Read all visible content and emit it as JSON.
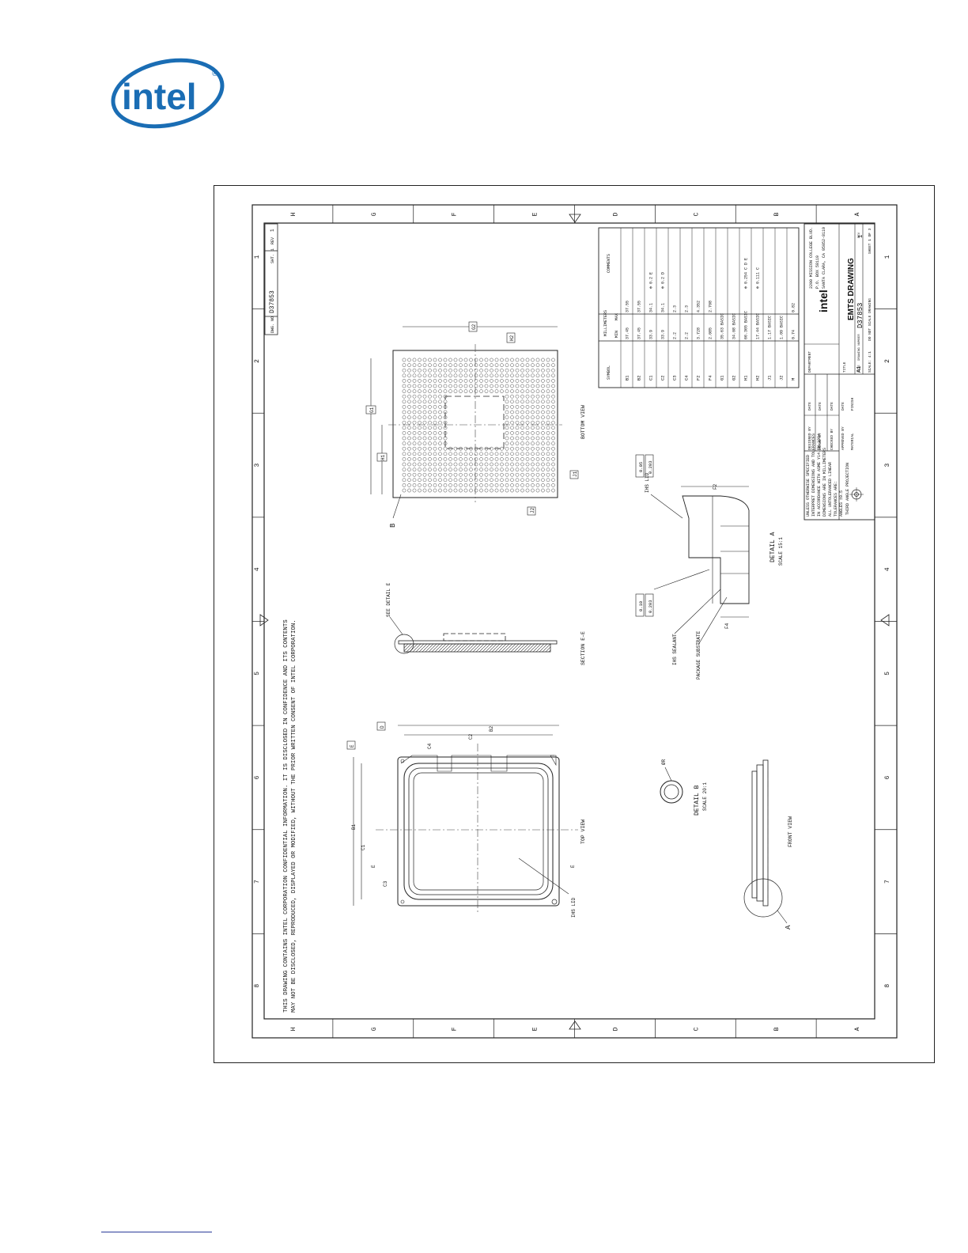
{
  "logo": {
    "wordmark": "intel",
    "trademark": "®",
    "color": "#1a6db4"
  },
  "drawing": {
    "zone_letters": [
      "H",
      "G",
      "F",
      "E",
      "D",
      "C",
      "B",
      "A"
    ],
    "zone_numbers": [
      "8",
      "7",
      "6",
      "5",
      "4",
      "3",
      "2",
      "1"
    ],
    "notice_line1": "THIS DRAWING CONTAINS INTEL CORPORATION CONFIDENTIAL INFORMATION. IT IS DISCLOSED IN CONFIDENCE AND ITS CONTENTS",
    "notice_line2": "MAY NOT BE DISCLOSED, REPRODUCED, DISPLAYED OR MODIFIED, WITHOUT THE PRIOR WRITTEN CONSENT OF INTEL CORPORATION.",
    "dwg_no_label": "DWG. NO",
    "dwg_no": "D37853",
    "sht_label": "SHT.",
    "sht_value": "1",
    "rev_label": "REV",
    "rev_value": "1",
    "views": {
      "bottom": "BOTTOM VIEW",
      "section": "SECTION E-E",
      "see_detail": "SEE DETAIL E",
      "top": "TOP VIEW",
      "ihs_lid": "IHS LID",
      "front": "FRONT VIEW",
      "detail_a": "DETAIL A",
      "detail_a_scale": "SCALE 15:1",
      "detail_b": "DETAIL B",
      "detail_b_scale": "SCALE 20:1",
      "ihs_lid_callout": "IHS LID",
      "ihs_sealant": "IHS SEALANT",
      "package_substrate": "PACKAGE SUBSTRATE",
      "phi_label": "ØR",
      "callout_a": "A",
      "callout_b": "B",
      "section_mark": "E"
    },
    "dims": {
      "b1": "B1",
      "b2": "B2",
      "c1": "C1",
      "c2": "C2",
      "c3": "C3",
      "c4": "C4",
      "f2": "F2",
      "f4": "F4",
      "g1": "G1",
      "g2": "G2",
      "h1": "H1",
      "h2": "H2",
      "j1": "J1",
      "j2": "J2",
      "d": "D",
      "e": "E",
      "tol1": "0.05",
      "tol2": "0.203",
      "tol3": "0.10",
      "tol4": "0.203",
      "datum_c": "C"
    },
    "table": {
      "symbol_header": "SYMBOL",
      "mm_header": "MILLIMETERS",
      "min_header": "MIN",
      "max_header": "MAX",
      "comments_header": "COMMENTS",
      "rows": [
        {
          "symbol": "B1",
          "min": "37.45",
          "max": "37.55",
          "comment": ""
        },
        {
          "symbol": "B2",
          "min": "37.45",
          "max": "37.55",
          "comment": ""
        },
        {
          "symbol": "C1",
          "min": "33.9",
          "max": "34.1",
          "comment": "⊕ 0.2 E"
        },
        {
          "symbol": "C2",
          "min": "33.9",
          "max": "34.1",
          "comment": "⊕ 0.2 D"
        },
        {
          "symbol": "C3",
          "min": "2.2",
          "max": "2.3",
          "comment": ""
        },
        {
          "symbol": "C4",
          "min": "2.2",
          "max": "2.3",
          "comment": ""
        },
        {
          "symbol": "F2",
          "min": "3.728",
          "max": "4.352",
          "comment": ""
        },
        {
          "symbol": "F4",
          "min": "2.085",
          "max": "2.708",
          "comment": ""
        },
        {
          "symbol": "G1",
          "min": "35.63 BASIC",
          "max": "",
          "comment": ""
        },
        {
          "symbol": "G2",
          "min": "34.08 BASIC",
          "max": "",
          "comment": ""
        },
        {
          "symbol": "H1",
          "min": "66.365 BASIC",
          "max": "",
          "comment": "⊕ 0.254 C D E"
        },
        {
          "symbol": "H2",
          "min": "17.44 BASIC",
          "max": "",
          "comment": "⊕ 0.111 C"
        },
        {
          "symbol": "J1",
          "min": "1.17 BASIC",
          "max": "",
          "comment": ""
        },
        {
          "symbol": "J2",
          "min": "1.09 BASIC",
          "max": "",
          "comment": ""
        },
        {
          "symbol": "M",
          "min": "0.74",
          "max": "0.82",
          "comment": ""
        }
      ]
    },
    "title_block": {
      "unless": "UNLESS OTHERWISE SPECIFIED",
      "interpret": "INTERPRET DIMENSIONS AND TOLERANCES",
      "accordance": "IN ACCORDANCE WITH ASME Y14.5M-1994",
      "dims_in": "DIMENSIONS ARE IN MILLIMETERS",
      "all_untol": "ALL UNTOLERANCED LINEAR",
      "tol_x": "TOLERANCES ARE:",
      "angles": "ANGLES ±0.5",
      "third_angle": "THIRD ANGLE PROJECTION",
      "designed_by": "DESIGNED BY",
      "drawn_by": "DRAWN BY",
      "checked_by": "CHECKED BY",
      "approved_by": "APPROVED BY",
      "date": "DATE",
      "material": "MATERIAL",
      "finish": "FINISH",
      "department": "DEPARTMENT",
      "company_name": "intel",
      "address1": "2200 MISSION COLLEGE BLVD.",
      "address2": "P.O. BOX 58119",
      "address3": "SANTA CLARA, CA 95052-8119",
      "title_label": "TITLE",
      "title": "EMTS DRAWING",
      "size_label": "SIZE",
      "size": "A1",
      "drawing_number_label": "DRAWING NUMBER",
      "drawing_number": "D37853",
      "rev_label": "REV",
      "rev": "1",
      "scale": "SCALE: 4:1",
      "do_not_scale": "DO NOT SCALE DRAWING",
      "sheet": "SHEET 1 OF 3"
    }
  }
}
